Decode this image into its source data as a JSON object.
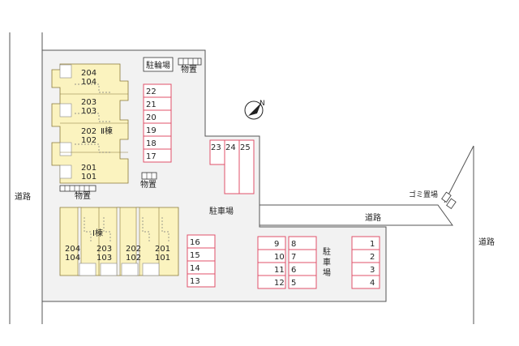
{
  "roads": {
    "west": "道路",
    "east": "道路",
    "access": "道路"
  },
  "buildings": {
    "building_2": {
      "name": "Ⅱ棟",
      "units": [
        {
          "top": "204",
          "bottom": "104"
        },
        {
          "top": "203",
          "bottom": "103"
        },
        {
          "top": "202",
          "bottom": "102"
        },
        {
          "top": "201",
          "bottom": "101"
        }
      ]
    },
    "building_1": {
      "name": "Ⅰ棟",
      "units": [
        {
          "top": "204",
          "bottom": "104"
        },
        {
          "top": "203",
          "bottom": "103"
        },
        {
          "top": "202",
          "bottom": "102"
        },
        {
          "top": "201",
          "bottom": "101"
        }
      ]
    }
  },
  "facilities": {
    "bike_parking": "駐輪場",
    "storage_top": "物置",
    "storage_middle": "物置",
    "storage_left": "物置",
    "garbage": "ゴミ置場"
  },
  "parking_labels": {
    "center": "駐車場",
    "right_chars": [
      "駐",
      "車",
      "場"
    ]
  },
  "parking_spaces": {
    "col_a": [
      "22",
      "21",
      "20",
      "19",
      "18",
      "17"
    ],
    "col_b": [
      "23",
      "24",
      "25"
    ],
    "col_c": [
      "16",
      "15",
      "14",
      "13"
    ],
    "col_d": [
      "9",
      "10",
      "11",
      "12"
    ],
    "col_e": [
      "8",
      "7",
      "6",
      "5"
    ],
    "col_f": [
      "1",
      "2",
      "3",
      "4"
    ]
  },
  "colors": {
    "building_fill": "#fbf3bf",
    "parking_border": "#e0506a",
    "lot_fill": "#f2f2f2"
  },
  "icons": {
    "north": "north-arrow-icon"
  }
}
